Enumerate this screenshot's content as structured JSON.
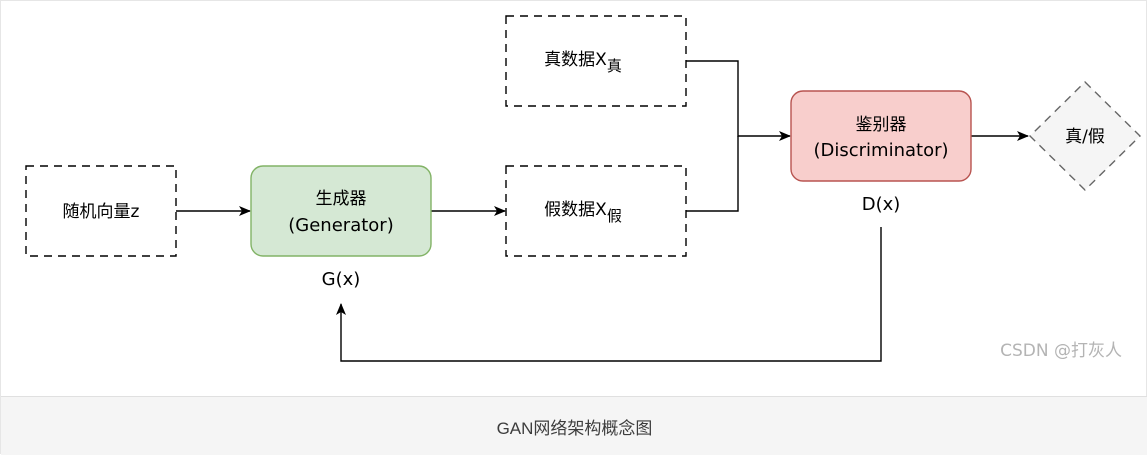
{
  "diagram": {
    "nodes": {
      "random_vector": {
        "label": "随机向量z"
      },
      "generator": {
        "label": "生成器",
        "sublabel": "(Generator)"
      },
      "real_data": {
        "label": "真数据X",
        "subscript": "真"
      },
      "fake_data": {
        "label": "假数据X",
        "subscript": "假"
      },
      "discriminator": {
        "label": "鉴别器",
        "sublabel": "(Discriminator)"
      },
      "output": {
        "label": "真/假"
      }
    },
    "function_labels": {
      "generator": "G(x)",
      "discriminator": "D(x)"
    },
    "colors": {
      "generator_fill": "#d5e8d4",
      "generator_stroke": "#82b366",
      "discriminator_fill": "#f8cecc",
      "discriminator_stroke": "#b85450",
      "output_fill": "#f5f5f5",
      "output_stroke": "#666666",
      "edge": "#000000"
    }
  },
  "watermark": "CSDN @打灰人",
  "caption": "GAN网络架构概念图"
}
